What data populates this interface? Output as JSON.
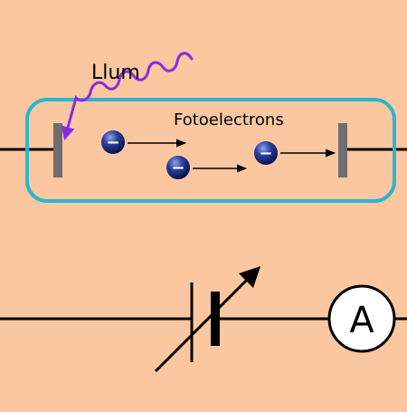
{
  "diagram": {
    "light_label": "Llum",
    "electrons_label": "Fotoelectrons",
    "electron_sign": "−",
    "ammeter_label": "A"
  },
  "colors": {
    "background": "#fbc7a0",
    "tube": "#2bb6cf",
    "light_wave": "#8a2be2",
    "electrode": "#6e6e6e",
    "wire": "#000000",
    "electron_dark": "#0e1e66",
    "electron_light": "#6f86d8"
  },
  "icons": [
    "wavy-light-arrow-icon",
    "electron-icon",
    "variable-battery-icon",
    "ammeter-icon"
  ]
}
